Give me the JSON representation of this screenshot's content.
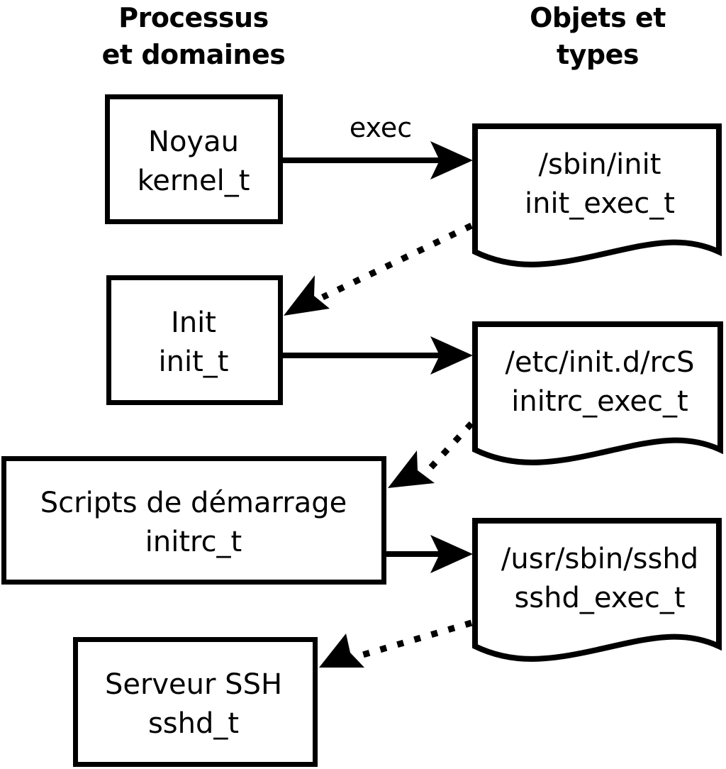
{
  "diagram": {
    "title_left": "Processus\net domaines",
    "columns": [
      {
        "id": "left",
        "line1": "Processus",
        "line2": "et domaines"
      },
      {
        "id": "right",
        "line1": "Objets et",
        "line2": "types"
      }
    ],
    "processes": [
      {
        "id": "kernel",
        "line1": "Noyau",
        "line2": "kernel_t"
      },
      {
        "id": "init",
        "line1": "Init",
        "line2": "init_t"
      },
      {
        "id": "initrc",
        "line1": "Scripts de démarrage",
        "line2": "initrc_t"
      },
      {
        "id": "sshd",
        "line1": "Serveur SSH",
        "line2": "sshd_t"
      }
    ],
    "objects": [
      {
        "id": "init_exec",
        "line1": "/sbin/init",
        "line2": "init_exec_t"
      },
      {
        "id": "initrc_exec",
        "line1": "/etc/init.d/rcS",
        "line2": "initrc_exec_t"
      },
      {
        "id": "sshd_exec",
        "line1": "/usr/sbin/sshd",
        "line2": "sshd_exec_t"
      }
    ],
    "edges": [
      {
        "id": "kernel-to-init_exec",
        "kind": "solid",
        "label": "exec",
        "from": "kernel",
        "to": "init_exec"
      },
      {
        "id": "init_exec-to-init",
        "kind": "dotted",
        "label": "",
        "from": "init_exec",
        "to": "init"
      },
      {
        "id": "init-to-initrc_exec",
        "kind": "solid",
        "label": "",
        "from": "init",
        "to": "initrc_exec"
      },
      {
        "id": "initrc_exec-to-initrc",
        "kind": "dotted",
        "label": "",
        "from": "initrc_exec",
        "to": "initrc"
      },
      {
        "id": "initrc-to-sshd_exec",
        "kind": "solid",
        "label": "",
        "from": "initrc",
        "to": "sshd_exec"
      },
      {
        "id": "sshd_exec-to-sshd",
        "kind": "dotted",
        "label": "",
        "from": "sshd_exec",
        "to": "sshd"
      }
    ],
    "colors": {
      "background": "#ffffff",
      "stroke": "#000000",
      "text": "#000000"
    }
  }
}
